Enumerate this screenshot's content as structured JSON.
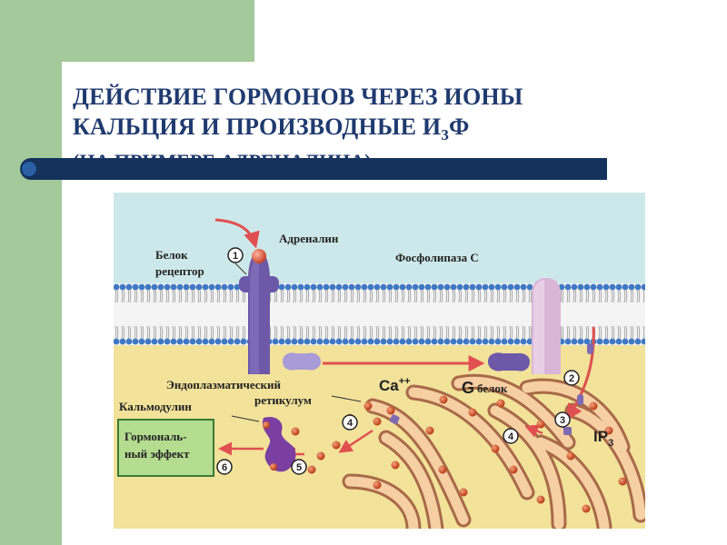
{
  "slide": {
    "title_line1": "ДЕЙСТВИЕ ГОРМОНОВ ЧЕРЕЗ ИОНЫ",
    "title_line2_main": "КАЛЬЦИЯ И ПРОИЗВОДНЫЕ И",
    "title_line2_sub": "3",
    "title_line2_end": "Ф",
    "subtitle": "(НА ПРИМЕРЕ АДРЕНАЛИНА)"
  },
  "diagram": {
    "labels": {
      "adrenaline": "Адреналин",
      "receptor_line1": "Белок",
      "receptor_line2": "рецептор",
      "phospholipase": "Фосфолипаза С",
      "er_line1": "Эндоплазматический",
      "er_line2": "ретикулум",
      "calcium": "Ca",
      "calcium_charge": "++",
      "g_letter": "G",
      "g_word": "белок",
      "calmodulin": "Кальмодулин",
      "ip3_main": "IP",
      "ip3_sub": "3",
      "effect_line1": "Гормональ-",
      "effect_line2": "ный эффект"
    },
    "steps": [
      "1",
      "2",
      "3",
      "4",
      "4",
      "5",
      "6"
    ]
  },
  "colors": {
    "title": "#1f3a6e",
    "green_decor": "#a4c99a",
    "bar": "#14325c",
    "extracellular": "#cde8ea",
    "cytoplasm": "#f2e29a",
    "receptor": "#6d59a8",
    "phospholipase": "#d9b6d6",
    "arrow": "#e05050",
    "effect_box": "#b4dd8f"
  }
}
